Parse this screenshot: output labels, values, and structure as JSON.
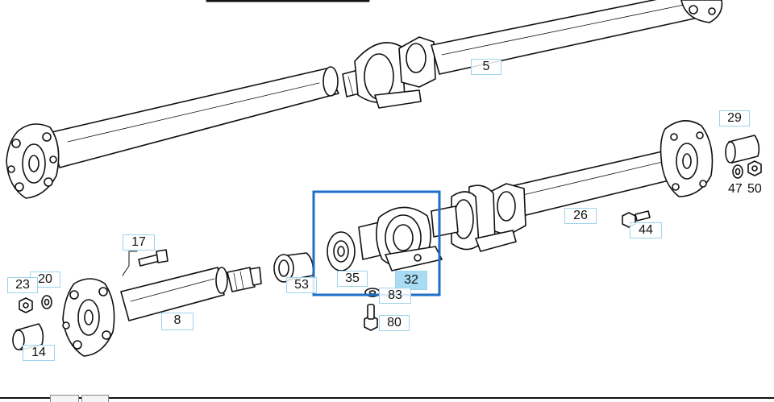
{
  "diagram": {
    "highlight_color": "#1e6fc8",
    "callout_border_color": "#9ed3ec",
    "active_callout_color": "#a9dcf3",
    "active_part": "32",
    "callouts": [
      {
        "id": "5",
        "label": "5"
      },
      {
        "id": "29",
        "label": "29"
      },
      {
        "id": "47",
        "label": "47"
      },
      {
        "id": "50",
        "label": "50"
      },
      {
        "id": "26",
        "label": "26"
      },
      {
        "id": "44",
        "label": "44"
      },
      {
        "id": "17",
        "label": "17"
      },
      {
        "id": "20",
        "label": "20"
      },
      {
        "id": "23",
        "label": "23"
      },
      {
        "id": "53",
        "label": "53"
      },
      {
        "id": "35",
        "label": "35"
      },
      {
        "id": "32",
        "label": "32"
      },
      {
        "id": "83",
        "label": "83"
      },
      {
        "id": "80",
        "label": "80"
      },
      {
        "id": "8",
        "label": "8"
      },
      {
        "id": "14",
        "label": "14"
      }
    ]
  }
}
